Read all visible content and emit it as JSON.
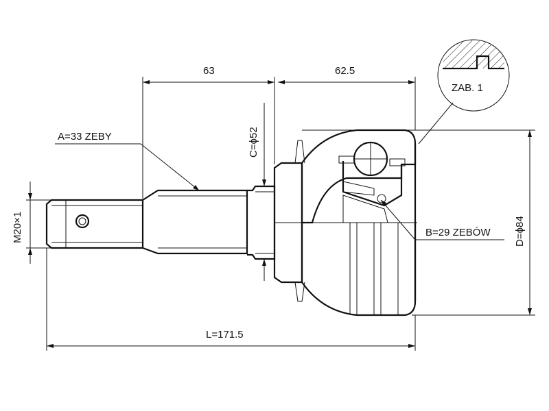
{
  "dimensions": {
    "spline_length": "63",
    "body_length": "62.5",
    "total_length": "L=171.5",
    "outer_diameter": "D=ϕ84",
    "seat_diameter": "C=ϕ52",
    "thread": "M20×1"
  },
  "labels": {
    "outer_teeth": "A=33 ZEBY",
    "inner_teeth": "B=29 ZEBÓW",
    "detail": "ZAB. 1"
  },
  "colors": {
    "line": "#111111",
    "background": "#ffffff"
  }
}
